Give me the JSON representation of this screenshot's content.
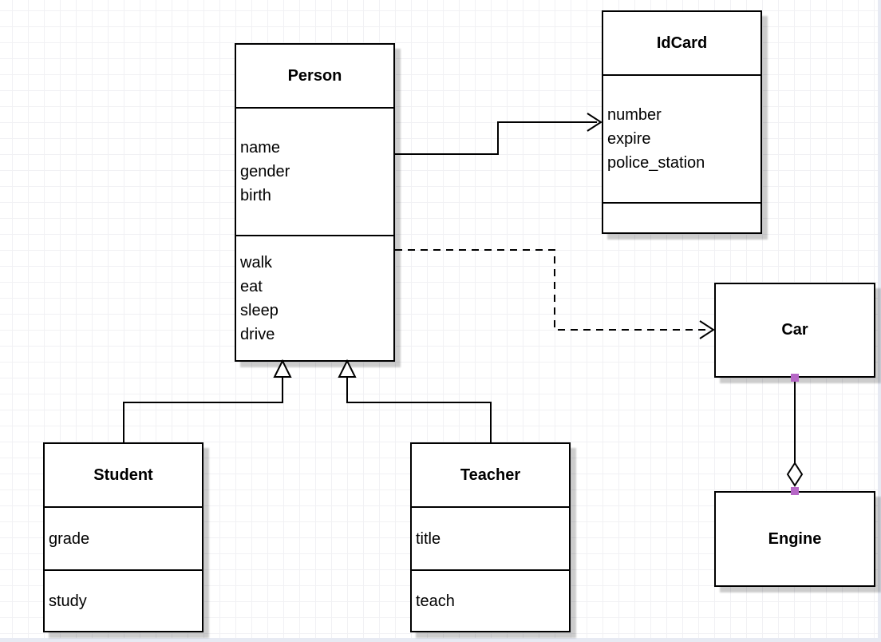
{
  "classes": {
    "person": {
      "title": "Person",
      "attributes": [
        "name",
        "gender",
        "birth"
      ],
      "methods": [
        "walk",
        "eat",
        "sleep",
        "drive"
      ]
    },
    "idcard": {
      "title": "IdCard",
      "attributes": [
        "number",
        "expire",
        "police_station"
      ],
      "methods": []
    },
    "car": {
      "title": "Car"
    },
    "engine": {
      "title": "Engine"
    },
    "student": {
      "title": "Student",
      "attributes": [
        "grade"
      ],
      "methods": [
        "study"
      ]
    },
    "teacher": {
      "title": "Teacher",
      "attributes": [
        "title"
      ],
      "methods": [
        "teach"
      ]
    }
  },
  "relations": [
    {
      "from": "Person",
      "to": "IdCard",
      "type": "association",
      "line": "solid",
      "end": "open-arrow"
    },
    {
      "from": "Person",
      "to": "Car",
      "type": "dependency",
      "line": "dashed",
      "end": "open-arrow"
    },
    {
      "from": "Student",
      "to": "Person",
      "type": "generalization",
      "line": "solid",
      "end": "hollow-triangle"
    },
    {
      "from": "Teacher",
      "to": "Person",
      "type": "generalization",
      "line": "solid",
      "end": "hollow-triangle"
    },
    {
      "from": "Car",
      "to": "Engine",
      "type": "aggregation",
      "line": "solid",
      "end": "hollow-diamond"
    }
  ],
  "colors": {
    "line": "#000000",
    "box_fill": "#ffffff",
    "grid_line": "#f1f1f4",
    "connection_point": "#b667c6",
    "page_boundary": "#e7eaf3"
  }
}
